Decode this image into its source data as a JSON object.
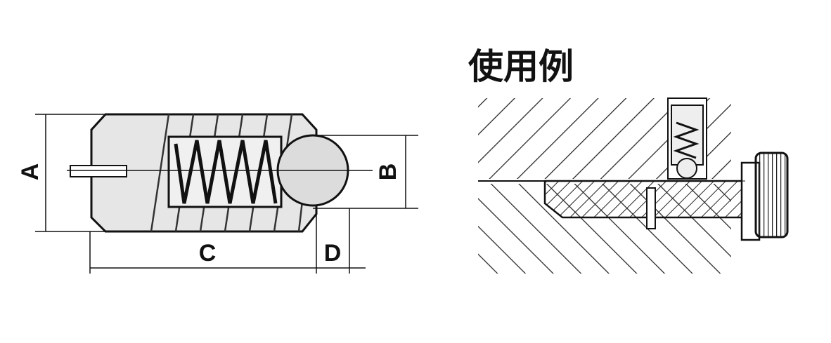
{
  "left_figure": {
    "dimension_labels": {
      "a": "A",
      "b": "B",
      "c": "C",
      "d": "D"
    }
  },
  "right_figure": {
    "title": "使用例"
  },
  "colors": {
    "line": "#111111",
    "body_fill": "#e6e6e6",
    "ball_fill": "#dcdcdc",
    "background": "#ffffff"
  }
}
